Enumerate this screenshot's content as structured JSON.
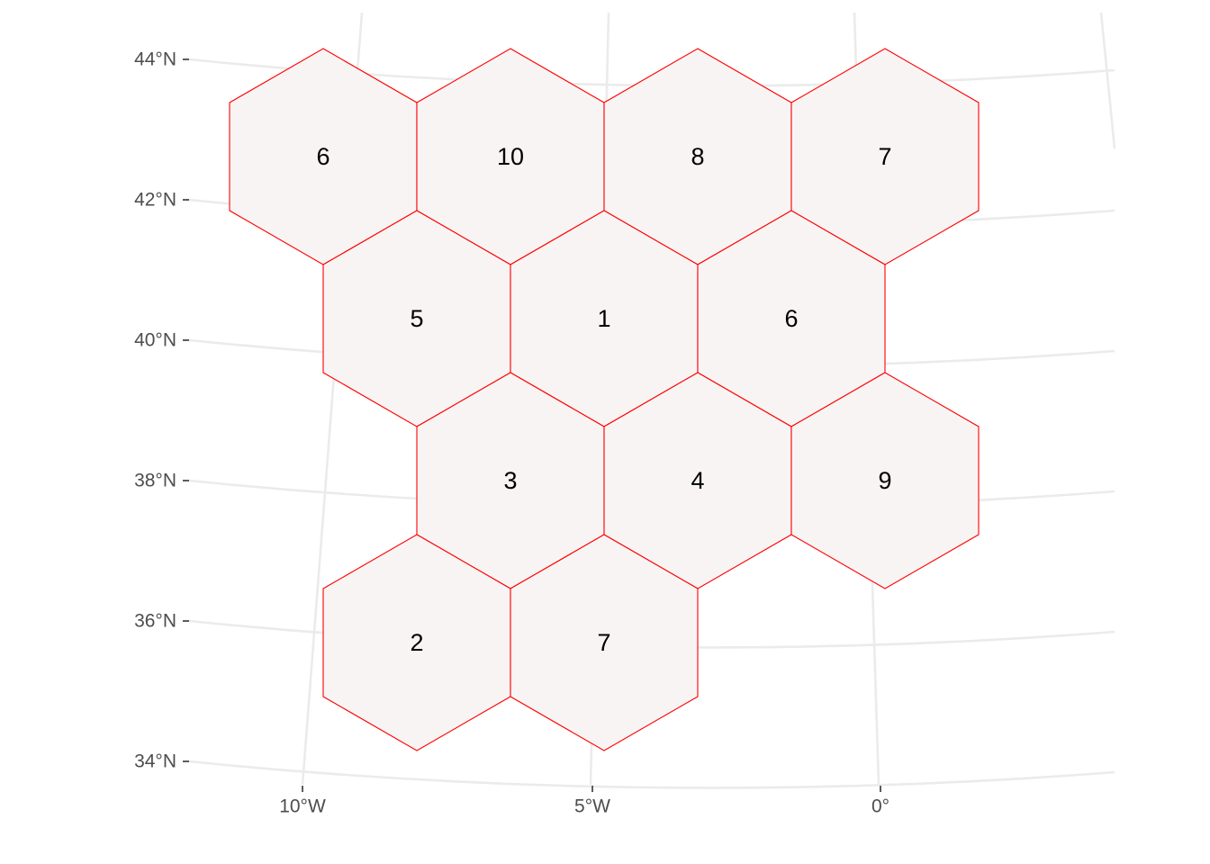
{
  "chart_data": {
    "type": "hexbin-map",
    "title": "",
    "xlabel": "",
    "ylabel": "",
    "lat_ticks": [
      "44°N",
      "42°N",
      "40°N",
      "38°N",
      "36°N",
      "34°N"
    ],
    "lon_ticks": [
      "10°W",
      "5°W",
      "0°"
    ],
    "grid": true,
    "hex_style": {
      "fill": "#f8f4f4",
      "stroke": "#ff0000"
    },
    "hexes": [
      {
        "row": 0,
        "col": 0,
        "value": 6
      },
      {
        "row": 0,
        "col": 1,
        "value": 10
      },
      {
        "row": 0,
        "col": 2,
        "value": 8
      },
      {
        "row": 0,
        "col": 3,
        "value": 7
      },
      {
        "row": 1,
        "col": 1,
        "value": 5
      },
      {
        "row": 1,
        "col": 2,
        "value": 1
      },
      {
        "row": 1,
        "col": 3,
        "value": 6
      },
      {
        "row": 2,
        "col": 1,
        "value": 3
      },
      {
        "row": 2,
        "col": 2,
        "value": 4
      },
      {
        "row": 2,
        "col": 3,
        "value": 9
      },
      {
        "row": 3,
        "col": 1,
        "value": 2
      },
      {
        "row": 3,
        "col": 2,
        "value": 7
      }
    ]
  }
}
